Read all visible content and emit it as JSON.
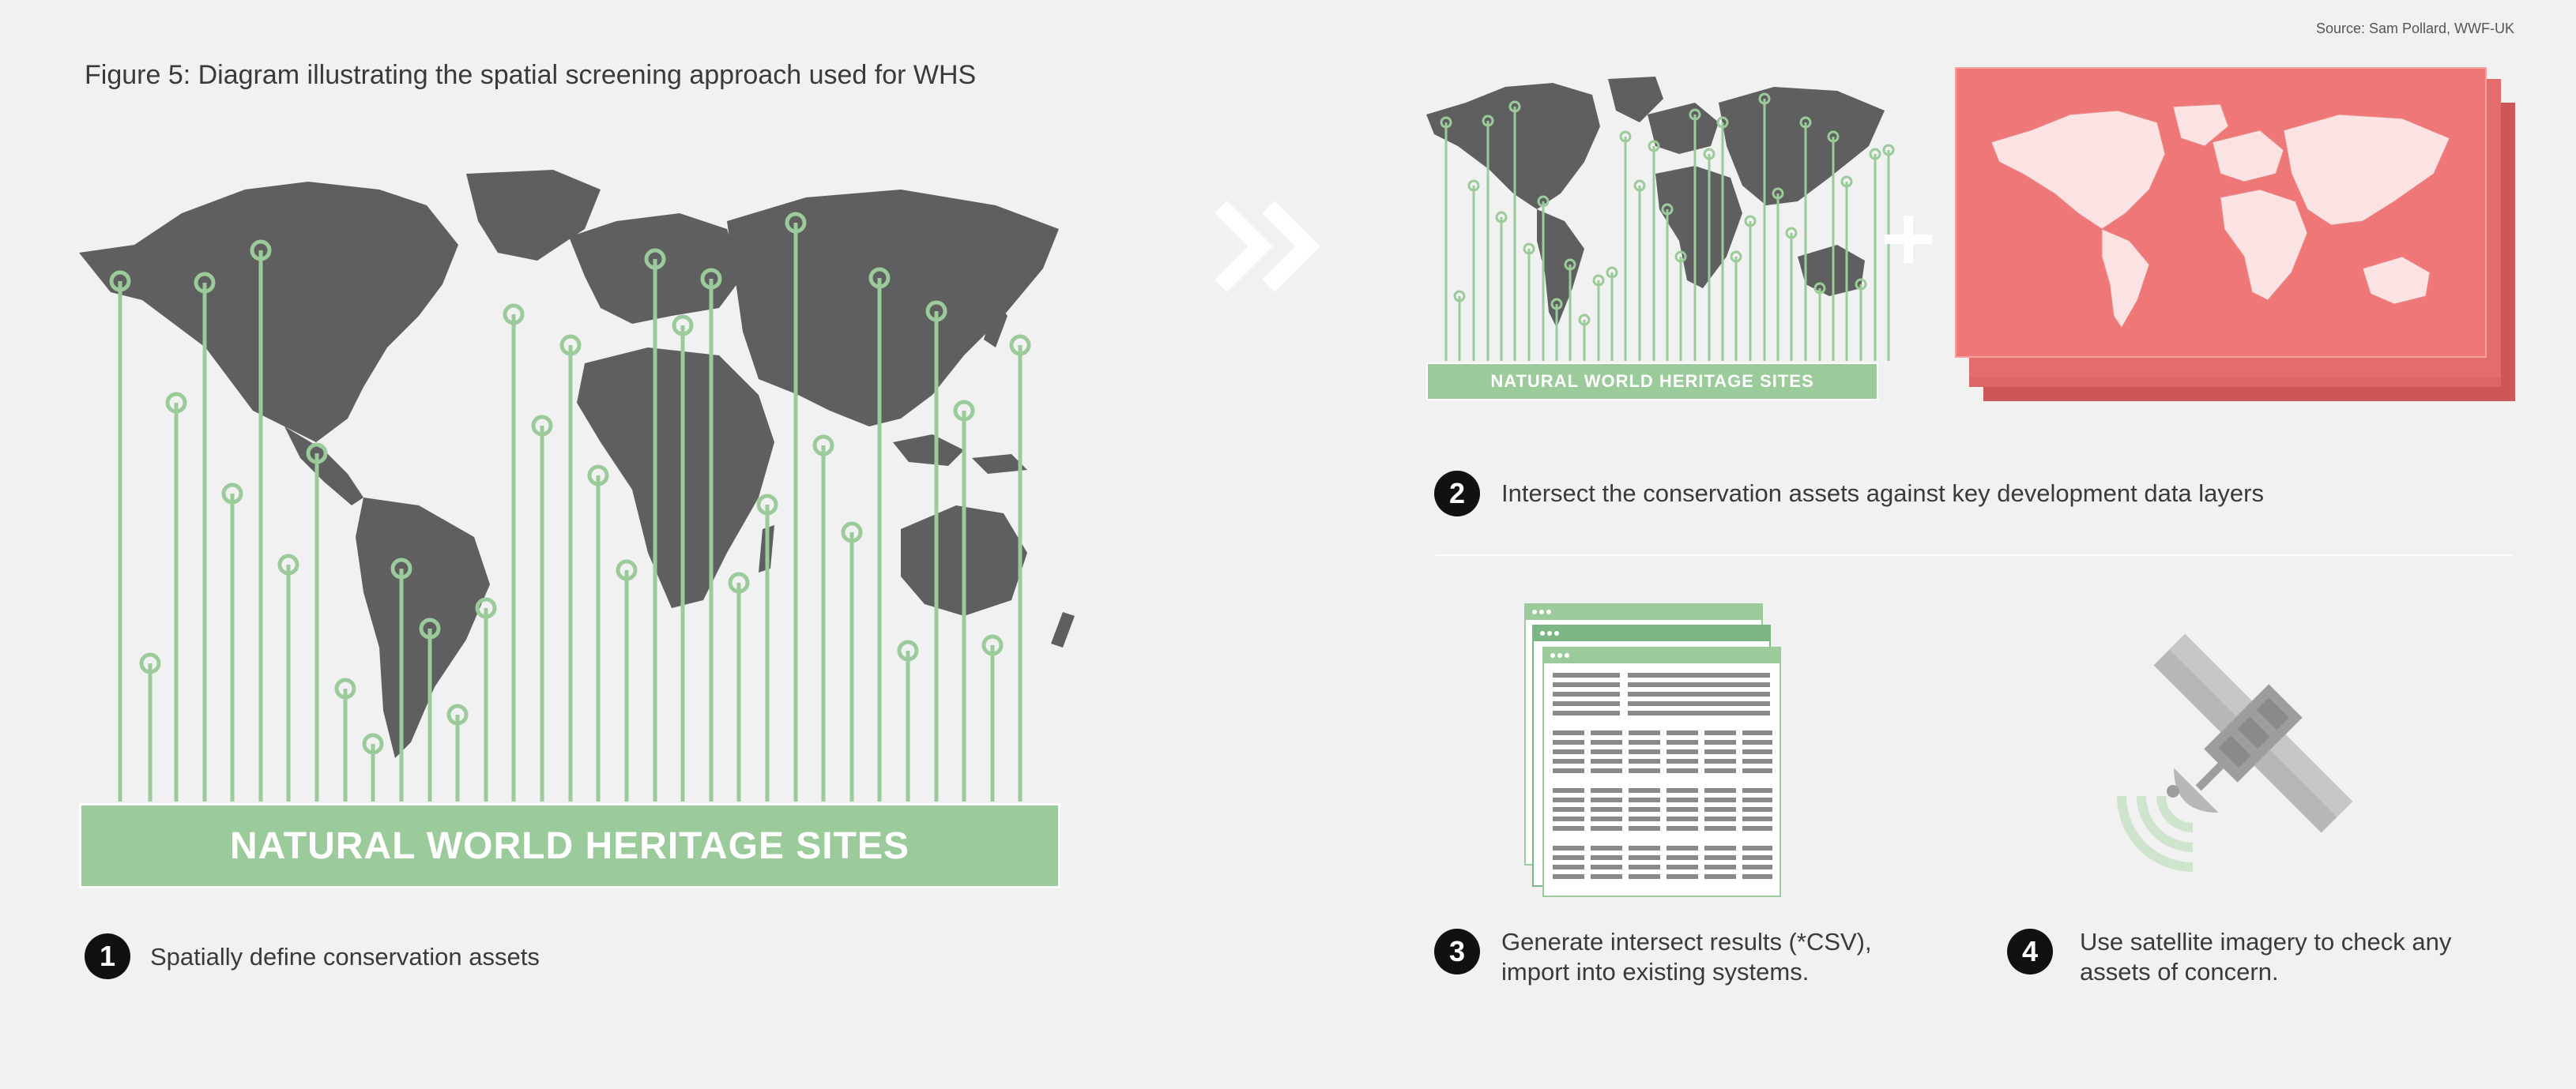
{
  "header": {
    "figure_title": "Figure 5: Diagram illustrating the spatial screening approach used for WHS",
    "source": "Source: Sam Pollard, WWF-UK"
  },
  "panels": {
    "main_map": {
      "banner": "NATURAL WORLD HERITAGE SITES"
    },
    "mini_map": {
      "banner": "NATURAL WORLD HERITAGE SITES"
    },
    "plus_symbol": "+"
  },
  "steps": [
    {
      "number": "1",
      "text": "Spatially define conservation assets"
    },
    {
      "number": "2",
      "text": "Intersect the conservation assets against key development data layers"
    },
    {
      "number": "3",
      "text_line1": "Generate intersect results (*CSV),",
      "text_line2": "import into existing systems."
    },
    {
      "number": "4",
      "text_line1": "Use satellite imagery to check any",
      "text_line2": "assets of concern."
    }
  ],
  "colors": {
    "background": "#f1f1f1",
    "map_land": "#5f5f5f",
    "site_green": "#9bcb9a",
    "data_layer_red": "#ef7777",
    "step_badge": "#111111"
  },
  "icons": {
    "arrow": "double-chevron-right-icon",
    "plus": "plus-icon",
    "spreadsheet": "csv-spreadsheet-icon",
    "satellite": "satellite-icon"
  }
}
